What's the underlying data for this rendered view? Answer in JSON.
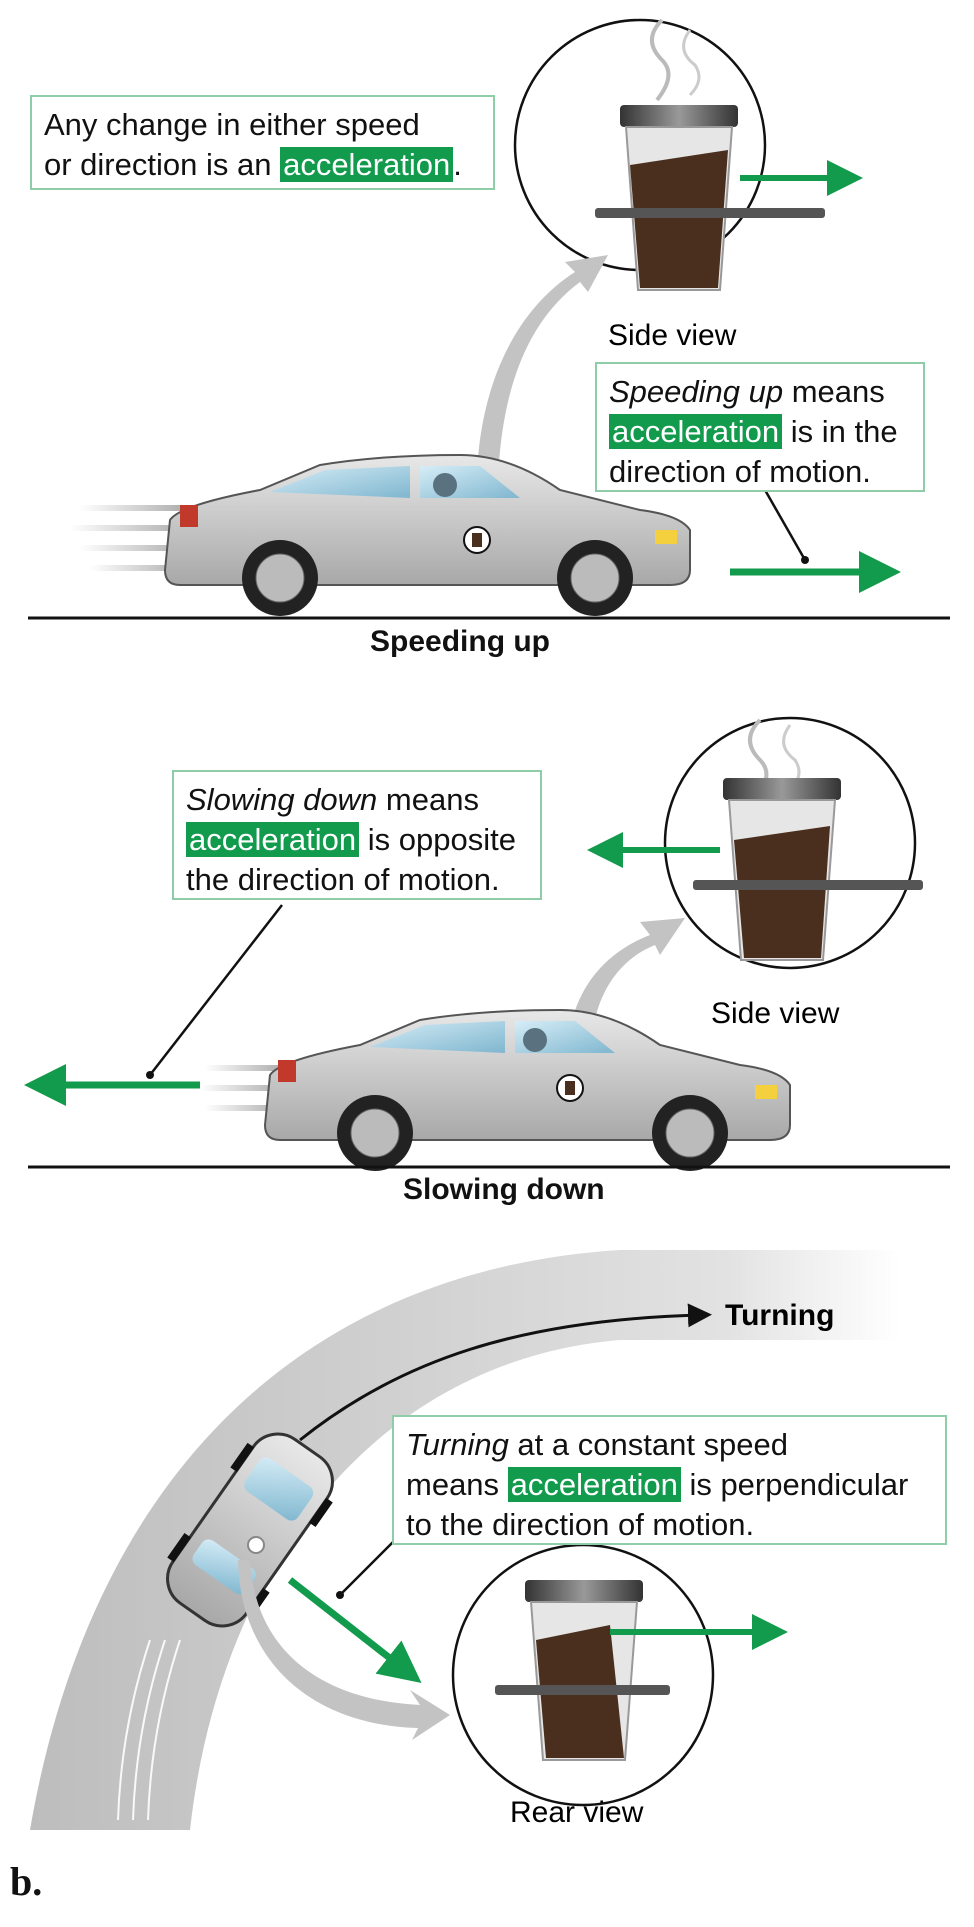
{
  "intro": {
    "line1": "Any change in either speed",
    "line2_prefix": "or direction is an",
    "highlight": "acceleration",
    "line2_suffix": "."
  },
  "speeding": {
    "side_view": "Side view",
    "note_italic": "Speeding up",
    "note_after_italic": " means",
    "note_highlight": "acceleration",
    "note_after_highlight": " is in the",
    "note_line3": "direction of motion.",
    "title": "Speeding up"
  },
  "slowing": {
    "side_view": "Side view",
    "note_italic": "Slowing down",
    "note_after_italic": " means",
    "note_highlight": "acceleration",
    "note_after_highlight": " is opposite",
    "note_line3": "the direction of motion.",
    "title": "Slowing down"
  },
  "turning": {
    "path_label": "Turning",
    "note_italic": "Turning",
    "note_after_italic": " at a constant speed",
    "note_line2_prefix": "means ",
    "note_highlight": "acceleration",
    "note_line2_suffix": " is perpendicular",
    "note_line3": "to the direction of motion.",
    "rear_view": "Rear view"
  },
  "panel_letter": "b.",
  "colors": {
    "accel_green": "#129a4d",
    "callout_border": "#8fcca8",
    "coffee": "#4a2f1f",
    "road": "#111111",
    "car_body": "#c9c9c9"
  }
}
